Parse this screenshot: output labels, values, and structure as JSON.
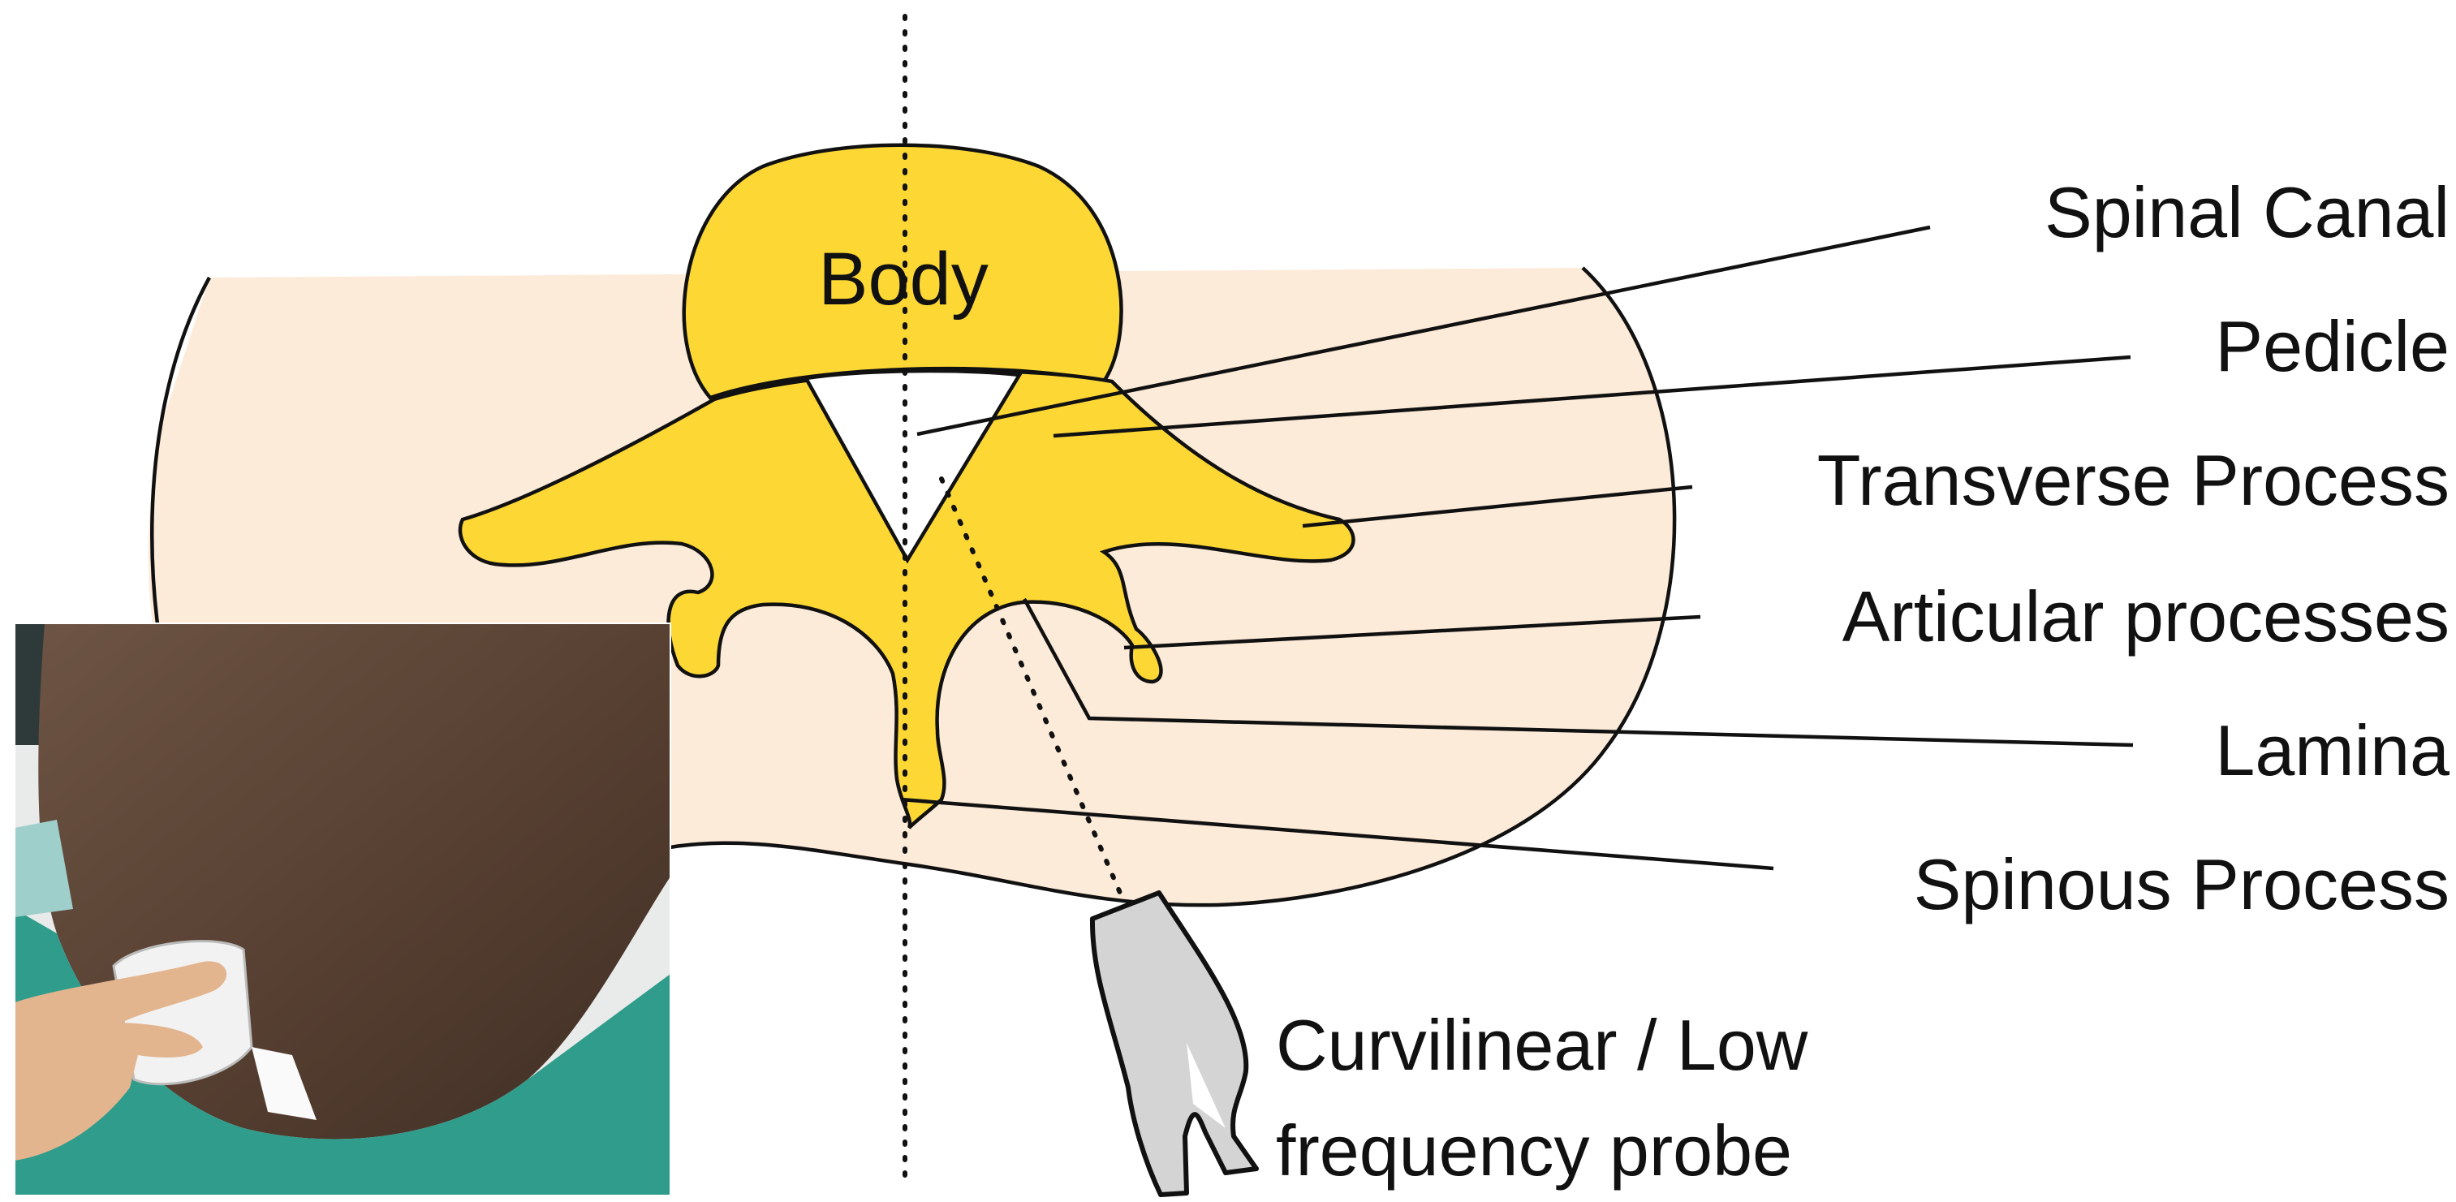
{
  "diagram": {
    "body_label": "Body",
    "labels": {
      "spinal_canal": "Spinal Canal",
      "pedicle": "Pedicle",
      "transverse_process": "Transverse Process",
      "articular_processes": "Articular processes",
      "lamina": "Lamina",
      "spinous_process": "Spinous Process"
    },
    "probe_label": {
      "line1": "Curvilinear / Low",
      "line2": "frequency probe"
    },
    "colors": {
      "bone": "#FDD835",
      "soft_tissue": "#FDEBD9",
      "probe": "#D4D4D4",
      "skin_photo": "#5c4536",
      "scrubs": "#2f9c8c"
    }
  }
}
